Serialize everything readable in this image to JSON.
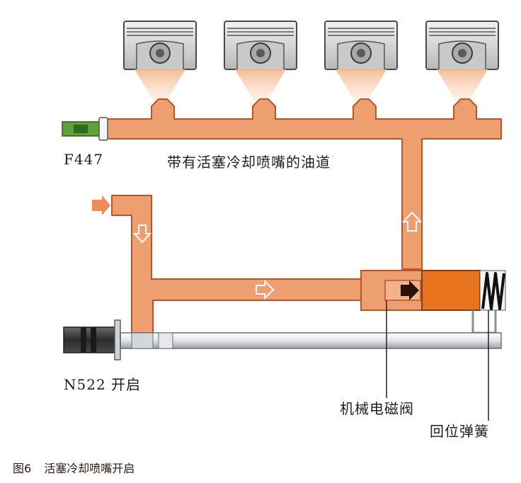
{
  "labels": {
    "sensor": "F447",
    "oil_gallery": "带有活塞冷却喷嘴的油道",
    "valve_open": "N522 开启",
    "mech_valve": "机械电磁阀",
    "return_spring": "回位弹簧"
  },
  "caption": {
    "number": "图6",
    "title": "活塞冷却喷嘴开启"
  },
  "colors": {
    "oil": "#ee9f70",
    "oil_dark": "#b8532a",
    "valve_body": "#e8731f",
    "spray": "#f6c6a6",
    "piston": "#d8d8d8",
    "sensor_green": "#5fa13a"
  },
  "icons": {
    "flow_arrow": "hollow-arrow",
    "inlet_arrow": "solid-arrow",
    "spring": "coil-spring"
  }
}
